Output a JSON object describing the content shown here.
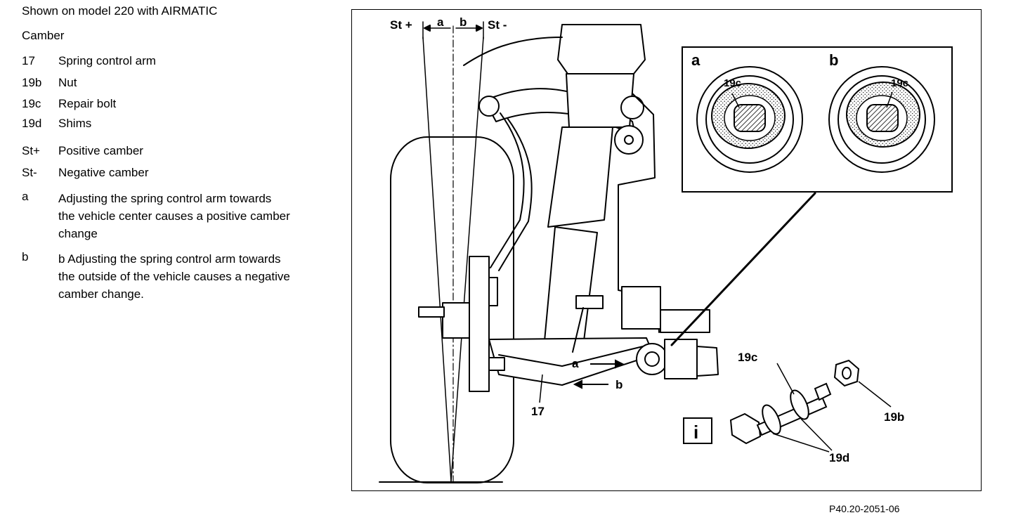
{
  "legend": {
    "title": "Shown on model 220 with AIRMATIC",
    "subtitle": "Camber",
    "items": [
      {
        "key": "17",
        "text": "Spring control arm"
      },
      {
        "key": "19b",
        "text": "Nut"
      },
      {
        "key": "19c",
        "text": "Repair bolt"
      },
      {
        "key": "19d",
        "text": "Shims"
      },
      {
        "key": "St+",
        "text": "Positive camber"
      },
      {
        "key": "St-",
        "text": "Negative camber"
      },
      {
        "key": "a",
        "text": "Adjusting the spring control arm towards the vehicle center causes a positive camber change"
      },
      {
        "key": "b",
        "text": "b Adjusting the spring control arm towards the outside of the vehicle causes a negative camber change."
      }
    ]
  },
  "figure": {
    "labels": {
      "st_plus": "St +",
      "a": "a",
      "b": "b",
      "st_minus": "St -",
      "inset_a": "a",
      "inset_b": "b",
      "inset_19c_a": "19c",
      "inset_19c_b": "19c",
      "arrow_a": "a",
      "arrow_b": "b",
      "arm": "17",
      "bolt": "19c",
      "nut": "19b",
      "shims": "19d",
      "info": "i"
    }
  },
  "reference_code": "P40.20-2051-06"
}
